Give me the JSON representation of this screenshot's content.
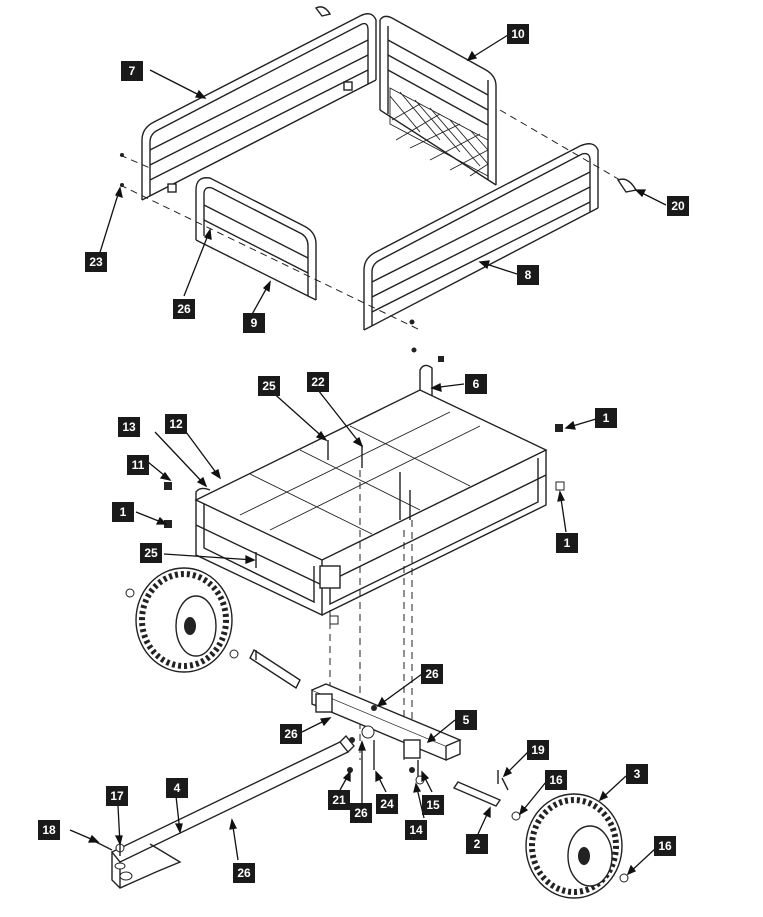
{
  "diagram": {
    "callouts": {
      "c1a": "1",
      "c1b": "1",
      "c1c": "1",
      "c2": "2",
      "c3": "3",
      "c4": "4",
      "c5": "5",
      "c6": "6",
      "c7": "7",
      "c8": "8",
      "c9": "9",
      "c10": "10",
      "c11": "11",
      "c12": "12",
      "c13": "13",
      "c14": "14",
      "c15": "15",
      "c16a": "16",
      "c16b": "16",
      "c17": "17",
      "c18": "18",
      "c19": "19",
      "c20": "20",
      "c21": "21",
      "c22": "22",
      "c23": "23",
      "c24": "24",
      "c25a": "25",
      "c25b": "25",
      "c26a": "26",
      "c26b": "26",
      "c26c": "26",
      "c26d": "26",
      "c26e": "26"
    }
  }
}
